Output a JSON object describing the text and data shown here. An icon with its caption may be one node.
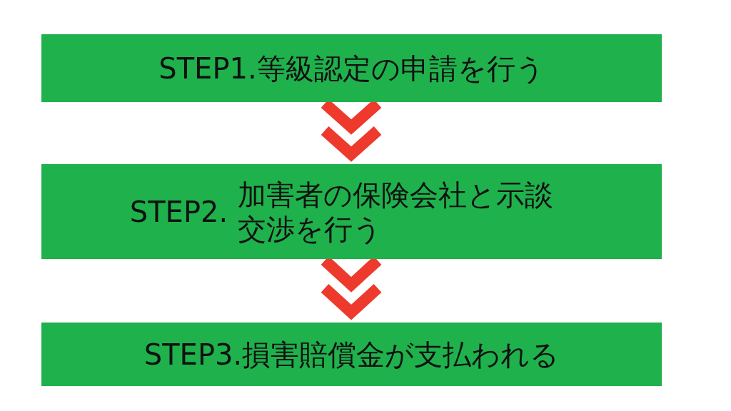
{
  "diagram": {
    "nodes": [
      {
        "text": [
          "STEP1.等級認定の申請を行う"
        ]
      },
      {
        "text": [
          "STEP2.",
          "加害者の保険会社と示談交渉を行う"
        ]
      },
      {
        "text": [
          "STEP3.損害賠償金が支払われる"
        ]
      }
    ],
    "edges": [
      {
        "from": 0,
        "to": 1,
        "arrow": "to"
      },
      {
        "from": 1,
        "to": 2,
        "arrow": "to"
      }
    ]
  }
}
